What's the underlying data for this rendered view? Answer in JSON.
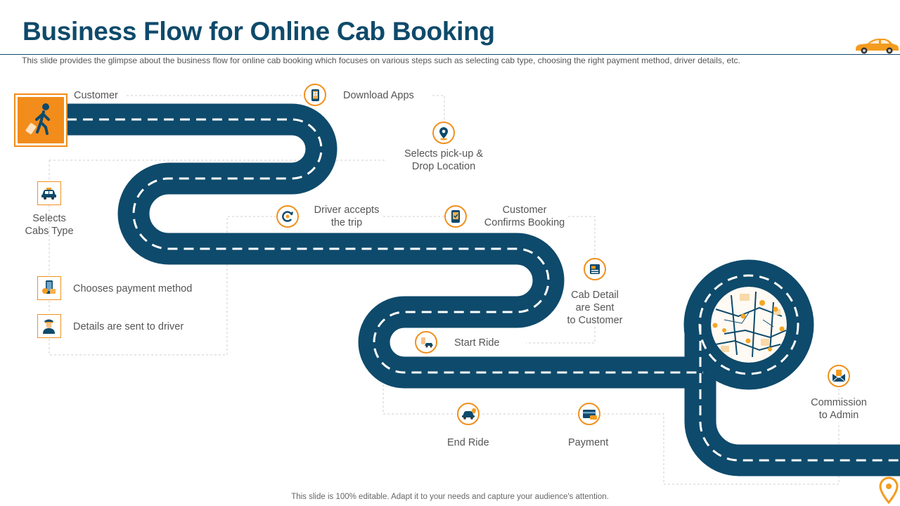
{
  "header": {
    "title": "Business Flow for Online Cab Booking",
    "subtitle": "This slide provides  the glimpse about the business flow for online cab booking which focuses on various  steps such as selecting cab type, choosing the right payment method, driver  details, etc."
  },
  "footer": {
    "note": "This slide is 100% editable. Adapt it to your needs and capture your audience's attention."
  },
  "steps": {
    "customer": "Customer",
    "download_apps": "Download Apps",
    "pickup_line1": "Selects pick-up &",
    "pickup_line2": "Drop Location",
    "cab_type_line1": "Selects",
    "cab_type_line2": "Cabs Type",
    "payment_method": "Chooses payment method",
    "driver_details": "Details are sent to driver",
    "driver_accepts_line1": "Driver accepts",
    "driver_accepts_line2": "the trip",
    "confirms_line1": "Customer",
    "confirms_line2": "Confirms Booking",
    "cab_detail_line1": "Cab Detail",
    "cab_detail_line2": "are Sent",
    "cab_detail_line3": "to Customer",
    "start_ride": "Start Ride",
    "end_ride": "End Ride",
    "payment": "Payment",
    "commission_line1": "Commission",
    "commission_line2": "to Admin"
  },
  "icons": {
    "customer": "walking-traveler-icon",
    "download_apps": "smartphone-apps-icon",
    "pickup": "location-pin-icon",
    "cab_type": "taxi-icon",
    "payment_method": "mobile-payment-icon",
    "driver_details": "driver-icon",
    "driver_accepts": "refresh-accept-icon",
    "confirms": "phone-confirm-icon",
    "cab_detail": "document-detail-icon",
    "start_ride": "ride-start-icon",
    "end_ride": "car-stop-icon",
    "payment": "credit-card-icon",
    "commission": "envelope-commission-icon",
    "header_car": "car-icon",
    "destination": "destination-pin-icon"
  },
  "colors": {
    "road": "#0e4a6b",
    "accent": "#f0901e",
    "title": "#0e4a6b",
    "text": "#555555",
    "connector": "#cccccc"
  }
}
